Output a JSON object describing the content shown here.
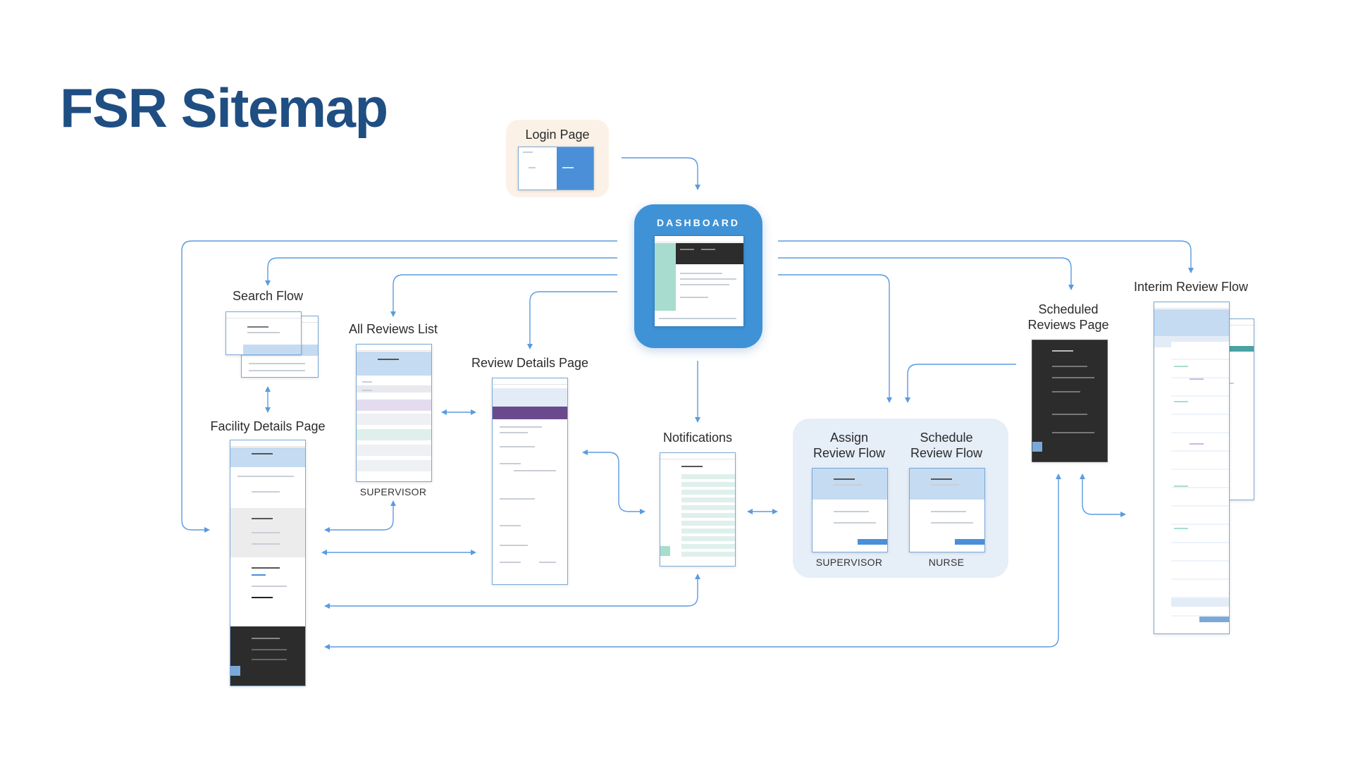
{
  "title": "FSR Sitemap",
  "nodes": {
    "login": "Login Page",
    "dashboard": "DASHBOARD",
    "search": "Search Flow",
    "all_reviews": "All Reviews List",
    "review_details": "Review Details Page",
    "notifications": "Notifications",
    "facility": "Facility Details Page",
    "assign": "Assign\nReview Flow",
    "schedule": "Schedule\nReview Flow",
    "scheduled_reviews": "Scheduled\nReviews Page",
    "interim": "Interim Review Flow"
  },
  "roles": {
    "all_reviews": "SUPERVISOR",
    "assign": "SUPERVISOR",
    "schedule": "NURSE"
  },
  "colors": {
    "title": "#1f4e82",
    "connector": "#5a9be0",
    "dashboard": "#3f92d6",
    "login_panel": "#fbf1e6",
    "group_panel": "#e6eef8",
    "thumb_header": "#c4dbf2",
    "thumb_accent": "#4a8fd8",
    "thumb_dark": "#2c2c2c",
    "thumb_mint": "#a8dccf",
    "thumb_purple": "#6a4a8c"
  }
}
